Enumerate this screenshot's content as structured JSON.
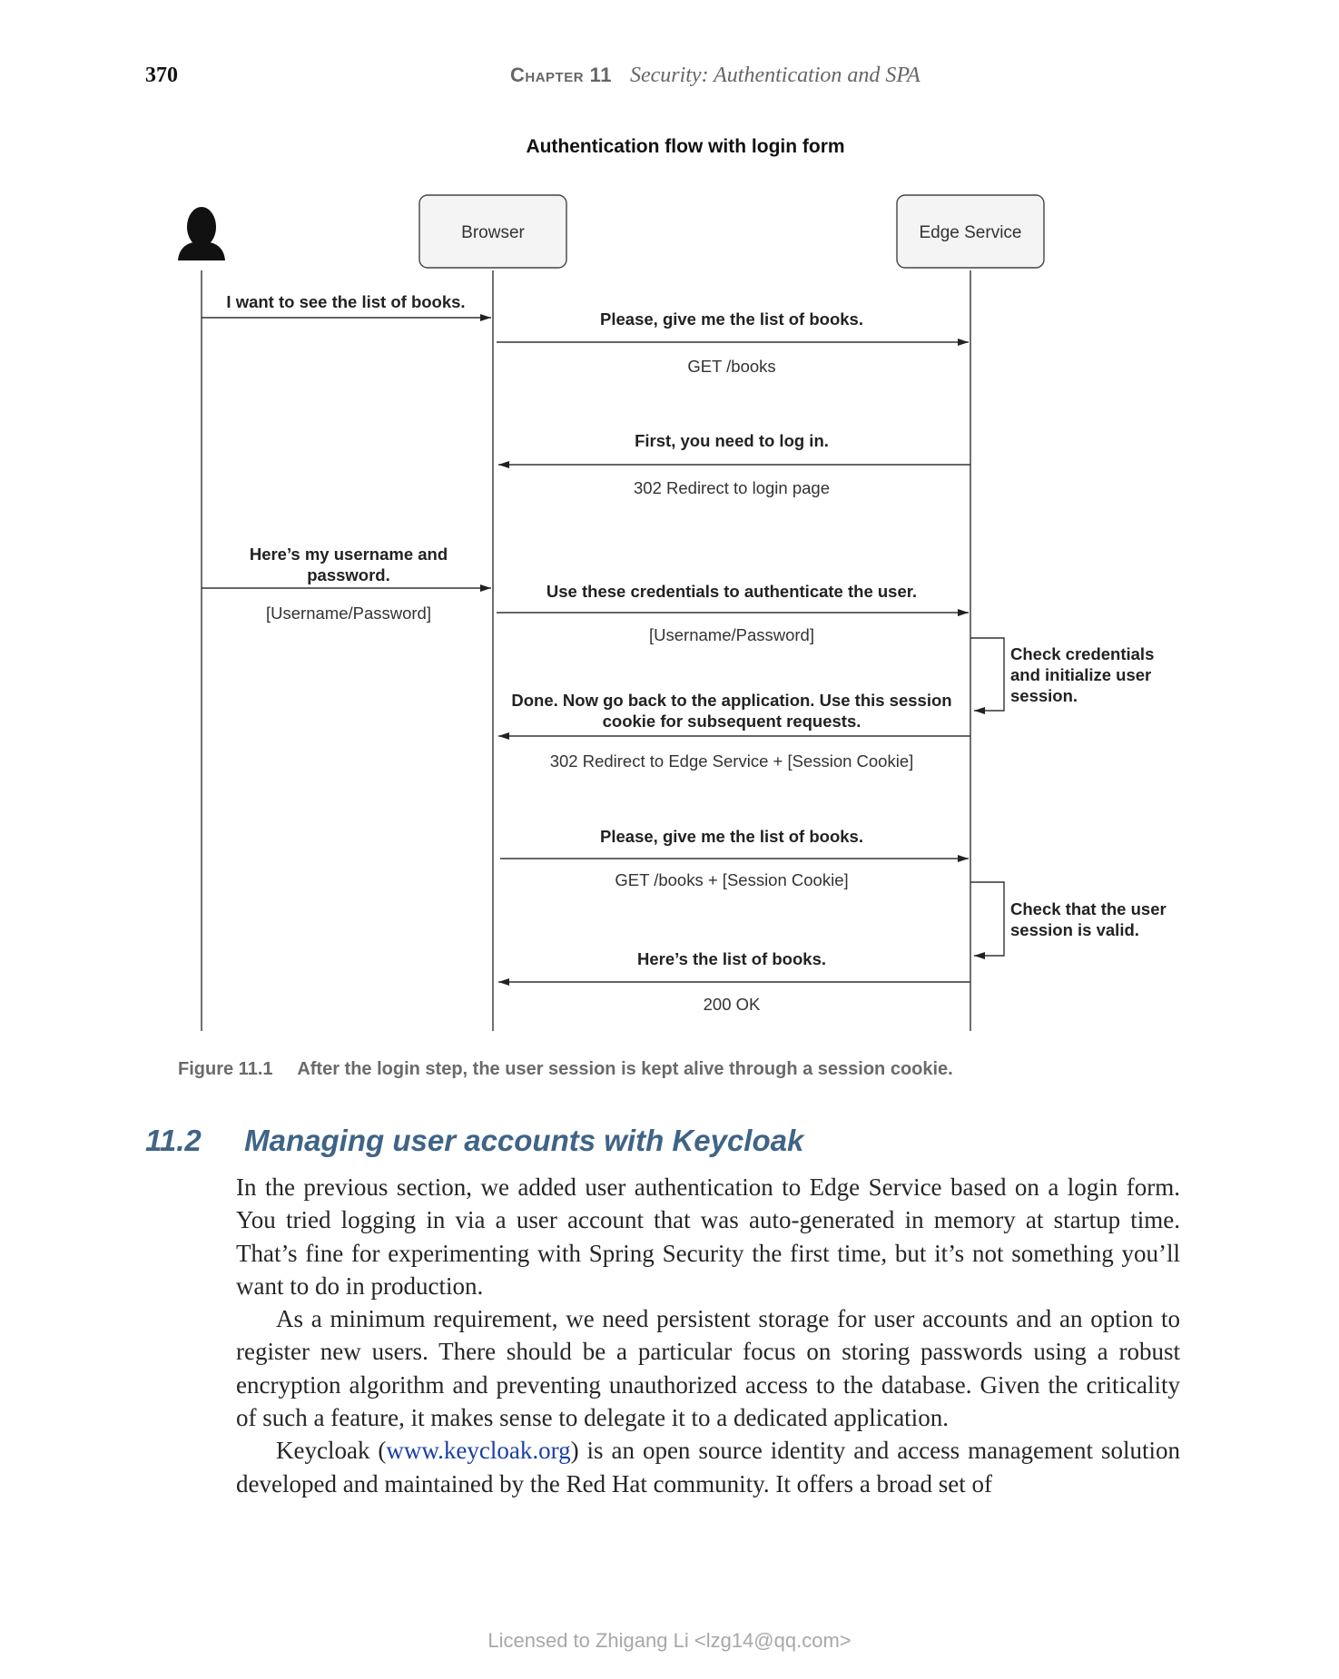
{
  "header": {
    "page_number": "370",
    "chapter_label": "Chapter 11",
    "chapter_title": "Security: Authentication and SPA"
  },
  "diagram": {
    "title": "Authentication flow with login form",
    "participants": {
      "user": "user-icon",
      "browser": "Browser",
      "edge": "Edge Service"
    },
    "messages": {
      "m1": "I want to see the list of books.",
      "m2": "Please, give me the list of books.",
      "m2_detail": "GET /books",
      "m3": "First, you need to log in.",
      "m3_detail": "302 Redirect to login page",
      "m4_line1": "Here’s my username and",
      "m4_line2": "password.",
      "m4_detail": "[Username/Password]",
      "m5": "Use these credentials to authenticate the user.",
      "m5_detail": "[Username/Password]",
      "self1_line1": "Check credentials",
      "self1_line2": "and initialize user",
      "self1_line3": "session.",
      "m6_line1": "Done. Now go back to the application. Use this session",
      "m6_line2": "cookie for subsequent requests.",
      "m6_detail": "302 Redirect to Edge Service + [Session Cookie]",
      "m7": "Please, give me the list of books.",
      "m7_detail": "GET /books + [Session Cookie]",
      "self2_line1": "Check that the user",
      "self2_line2": "session is valid.",
      "m8": "Here’s the list of books.",
      "m8_detail": "200 OK"
    }
  },
  "caption": {
    "label": "Figure 11.1",
    "text": "After the login step, the user session is kept alive through a session cookie."
  },
  "section": {
    "number": "11.2",
    "title": "Managing user accounts with Keycloak"
  },
  "body": {
    "p1": "In the previous section, we added user authentication to Edge Service based on a login form. You tried logging in via a user account that was auto-generated in memory at startup time. That’s fine for experimenting with Spring Security the first time, but it’s not something you’ll want to do in production.",
    "p2": "As a minimum requirement, we need persistent storage for user accounts and an option to register new users. There should be a particular focus on storing passwords using a robust encryption algorithm and preventing unauthorized access to the data­base. Given the criticality of such a feature, it makes sense to delegate it to a dedicated application.",
    "p3_before": "Keycloak (",
    "p3_link": "www.keycloak.org",
    "p3_after": ") is an open source identity and access management solution developed and maintained by the Red Hat community. It offers a broad set of"
  },
  "footer": {
    "license": "Licensed to Zhigang Li <lzg14@qq.com>"
  }
}
